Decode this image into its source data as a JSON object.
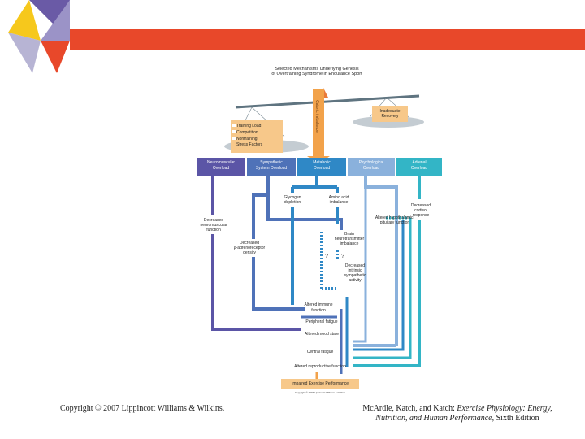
{
  "diagram": {
    "title_line1": "Selected Mechanisms Underlying Genesis",
    "title_line2": "of Overtraining Syndrome in Endurance Sport",
    "caloric_imbalance": "Caloric imbalance",
    "inadequate_recovery_1": "Inadequate",
    "inadequate_recovery_2": "Recovery",
    "left_pan_items": [
      "Training Load",
      "Competition",
      "Nontraining",
      "Stress Factors"
    ],
    "headers": [
      {
        "l1": "Neuromuscular",
        "l2": "Overload"
      },
      {
        "l1": "Sympathetic",
        "l2": "System Overload"
      },
      {
        "l1": "Metabolic",
        "l2": "Overload"
      },
      {
        "l1": "Psychological",
        "l2": "Overload"
      },
      {
        "l1": "Adrenal",
        "l2": "Overload"
      }
    ],
    "glycogen_1": "Glycogen",
    "glycogen_2": "depletion",
    "amino_1": "Amino acid",
    "amino_2": "imbalance",
    "dec_cortisol_1": "Decreased",
    "dec_cortisol_2": "cortisol",
    "dec_cortisol_3": "response",
    "altered_hpf_1": "Altered hypothalamic-",
    "altered_hpf_2": "pituitary function",
    "dec_neuro_1": "Decreased",
    "dec_neuro_2": "neuromuscular",
    "dec_neuro_3": "function",
    "brain_1": "Brain",
    "brain_2": "neurotransmitter",
    "brain_3": "imbalance",
    "dec_beta_1": "Decreased",
    "dec_beta_2": "β-adrenoreceptor",
    "dec_beta_3": "density",
    "q1": "?",
    "q2": "?",
    "dec_symp_1": "Decreased",
    "dec_symp_2": "intrinsic",
    "dec_symp_3": "sympathetic",
    "dec_symp_4": "activity",
    "immune_1": "Altered immune",
    "immune_2": "function",
    "peripheral_fatigue": "Peripheral fatigue",
    "mood": "Altered mood state",
    "central_fatigue": "Central fatigue",
    "reproductive": "Altered reproductive function",
    "impaired": "Impaired Exercise Performance",
    "fig_copyright": "Copyright © 2007 Lippincott Williams & Wilkins"
  },
  "footer": {
    "copyright": "Copyright © 2007 Lippincott Williams & Wilkins.",
    "citation_authors": "McArdle, Katch, and Katch:",
    "citation_title_1": "Exercise Physiology: Energy,",
    "citation_title_2": "Nutrition, and Human Performance,",
    "citation_edition": "Sixth Edition"
  },
  "colors": {
    "red_bar": "#e8482a",
    "neuromuscular": "#5b55a6",
    "sympathetic": "#4f72b8",
    "metabolic": "#2f88c6",
    "psychological": "#8ab1dc",
    "adrenal": "#33b5c6",
    "orange": "#f2a24a"
  }
}
